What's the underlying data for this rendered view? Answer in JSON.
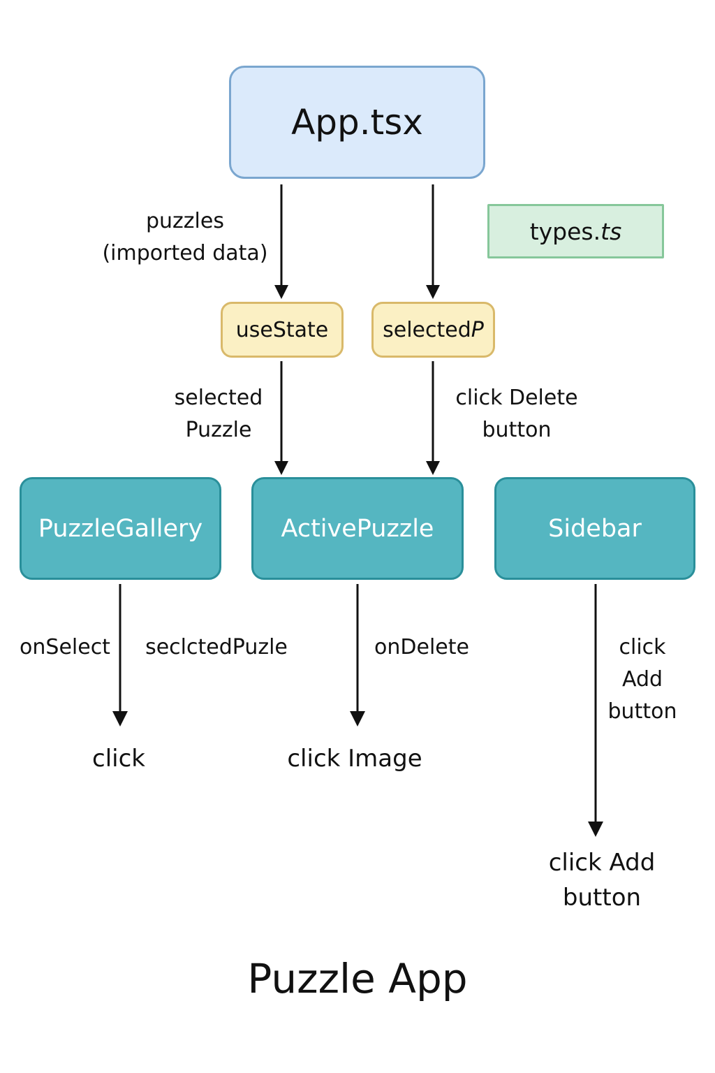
{
  "nodes": {
    "app": "App.tsx",
    "types_prefix": "types.",
    "types_suffix": "ts",
    "use_state": "useState",
    "selected_prefix": "selected",
    "selected_suffix": "P",
    "puzzle_gallery": "PuzzleGallery",
    "active_puzzle": "ActivePuzzle",
    "sidebar": "Sidebar"
  },
  "edge_labels": {
    "puzzles": [
      "puzzles",
      "(imported data)"
    ],
    "selected_puzzle": [
      "selected",
      "Puzzle"
    ],
    "click_delete": [
      "click Delete",
      "button"
    ],
    "on_select": "onSelect",
    "seclected_puzle": "seclctedPuzle",
    "on_delete": "onDelete",
    "click_add_side": [
      "click",
      "Add",
      "button"
    ]
  },
  "leaf_labels": {
    "click": "click",
    "click_image": "click Image",
    "click_add": [
      "click Add",
      "button"
    ]
  },
  "title": "Puzzle App",
  "colors": {
    "app_fill": "#dbeafb",
    "types_fill": "#d8efdf",
    "state_fill": "#fbf0c4",
    "component_fill": "#55b6c1"
  }
}
